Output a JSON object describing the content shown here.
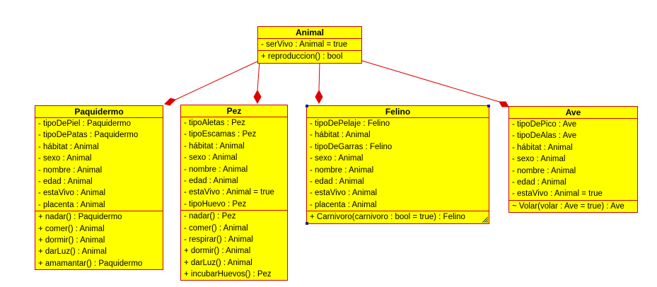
{
  "classes": {
    "animal": {
      "name": "Animal",
      "attributes": [
        "- serVivo : Animal = true"
      ],
      "operations": [
        "+ reproduccion() : bool"
      ]
    },
    "paquidermo": {
      "name": "Paquidermo",
      "attributes": [
        "- tipoDePiel : Paquidermo",
        "- tipoDePatas : Paquidermo",
        "- hábitat : Animal",
        "- sexo : Animal",
        "- nombre : Animal",
        "- edad : Animal",
        "- estaVivo : Animal",
        "- placenta : Animal"
      ],
      "operations": [
        "+ nadar() : Paquidermo",
        "+ comer() : Animal",
        "+ dormir() : Animal",
        "+ darLuz() : Animal",
        "+ amamantar() : Paquidermo"
      ]
    },
    "pez": {
      "name": "Pez",
      "attributes": [
        "- tipoAletas : Pez",
        "- tipoEscamas : Pez",
        "- hábitat : Animal",
        "- sexo : Animal",
        "- nombre : Animal",
        "- edad : Animal",
        "- estaVivo : Animal = true",
        "- tipoHuevo : Pez"
      ],
      "operations": [
        "- nadar() : Pez",
        "- comer() : Animal",
        "- respirar() : Animal",
        "+ dormir() : Animal",
        "+ darLuz() : Animal",
        "+ incubarHuevos() : Pez"
      ]
    },
    "felino": {
      "name": "Felino",
      "attributes": [
        "- tipoDePelaje : Felino",
        "- hábitat : Animal",
        "- tipoDeGarras : Felino",
        "- sexo : Animal",
        "- nombre : Animal",
        "- edad : Animal",
        "- estaVivo : Animal",
        "- placenta : Animal"
      ],
      "operations": [
        "+ Carnivoro(carnivoro : bool = true) : Felino"
      ]
    },
    "ave": {
      "name": "Ave",
      "attributes": [
        "- tipoDePico : Ave",
        "- tipoDeAlas : Ave",
        "- hábitat : Animal",
        "- sexo : Animal",
        "- nombre : Animal",
        "- edad : Animal",
        "- estaVivo : Animal = true"
      ],
      "operations": [
        "~ Volar(volar : Ave = true) : Ave"
      ]
    }
  },
  "colors": {
    "fill": "#ffff00",
    "border": "#cc0000",
    "link": "#dd0000",
    "selection": "#1a1aa6"
  }
}
